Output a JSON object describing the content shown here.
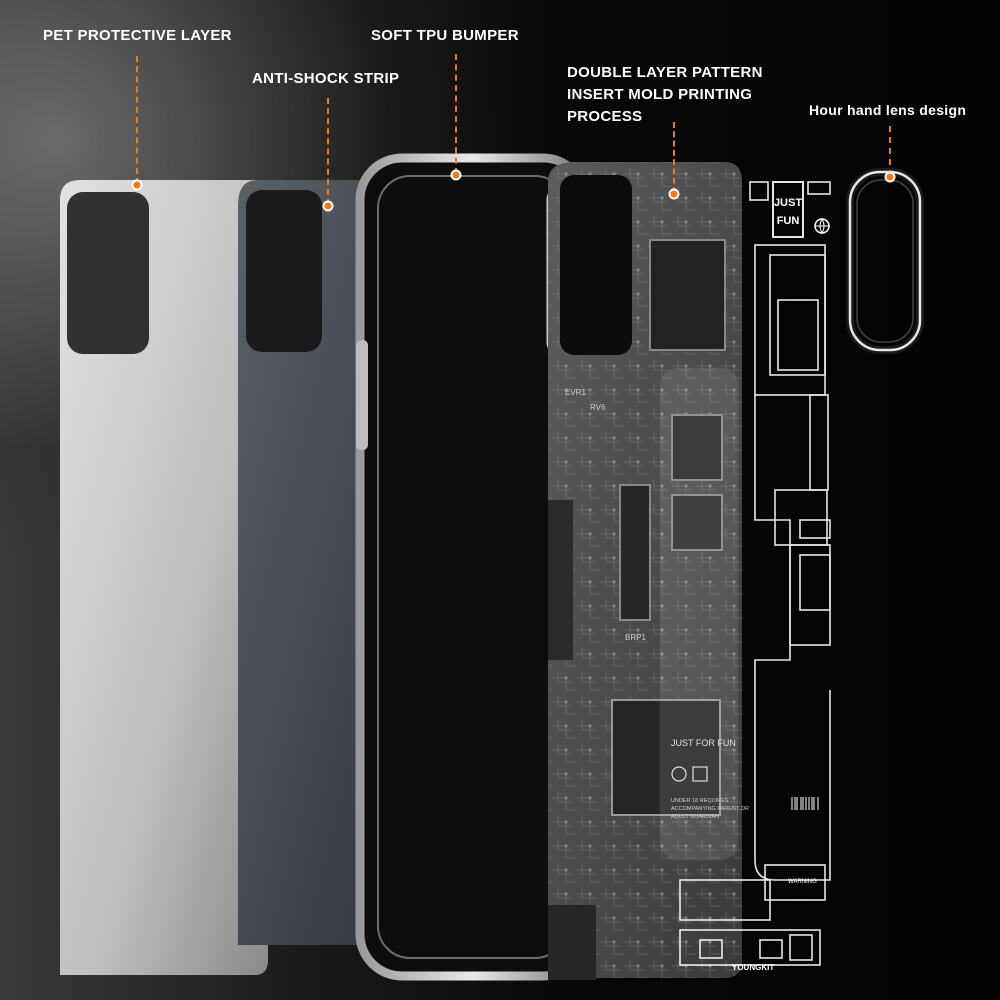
{
  "callouts": {
    "pet": "PET PROTECTIVE LAYER",
    "anti_shock": "ANTI-SHOCK STRIP",
    "bumper": "SOFT TPU BUMPER",
    "printing": "DOUBLE LAYER PATTERN\nINSERT MOLD PRINTING\nPROCESS",
    "lens": "Hour hand lens design"
  },
  "graphic_text": {
    "just_fun": [
      "JUST",
      "FUN"
    ],
    "just_for_fun": "JUST FOR FUN",
    "age_notice": "UNDER 18 REQUIRES\nACCOMPANYING PARENT OR\nADULT GUARDIAN",
    "warning": "WARNING",
    "brand": "YOUNGKIT",
    "chip_labels": [
      "EVR1",
      "RV6",
      "BRP1"
    ]
  },
  "colors": {
    "accent": "#f27a16",
    "pet_layer": "#cfcfcf",
    "anti_shock": "#4a4f55",
    "line_art": "#ffffff"
  }
}
